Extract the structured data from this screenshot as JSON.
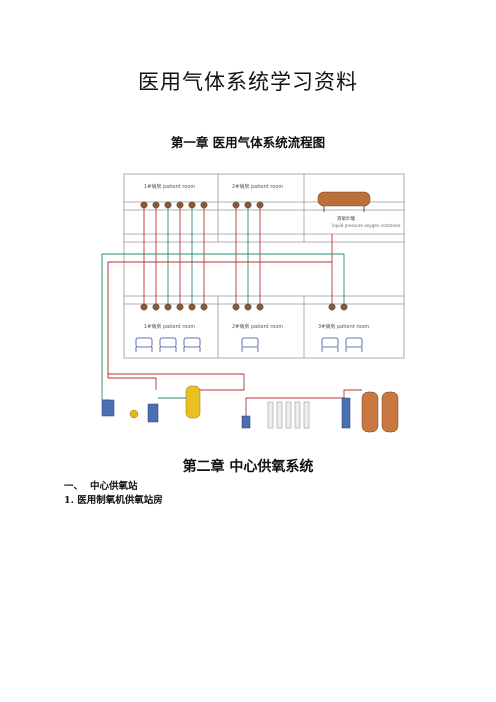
{
  "doc": {
    "title": "医用气体系统学习资料",
    "chapter1": "第一章 医用气体系统流程图",
    "chapter2": "第二章 中心供氧系统",
    "section1_num": "一、",
    "section1_text": "中心供氧站",
    "subsection1": "1. 医用制氧机供氧站房"
  },
  "diagram": {
    "room_labels_top": [
      "1#病房 patient room",
      "2#病房 patient room"
    ],
    "room_labels_bottom": [
      "1#病房 patient room",
      "2#病房 patient room",
      "3#病房 patient room"
    ],
    "tank_label_cn": "液氧贮罐",
    "tank_label_en": "liquid pressure oxygen container"
  }
}
